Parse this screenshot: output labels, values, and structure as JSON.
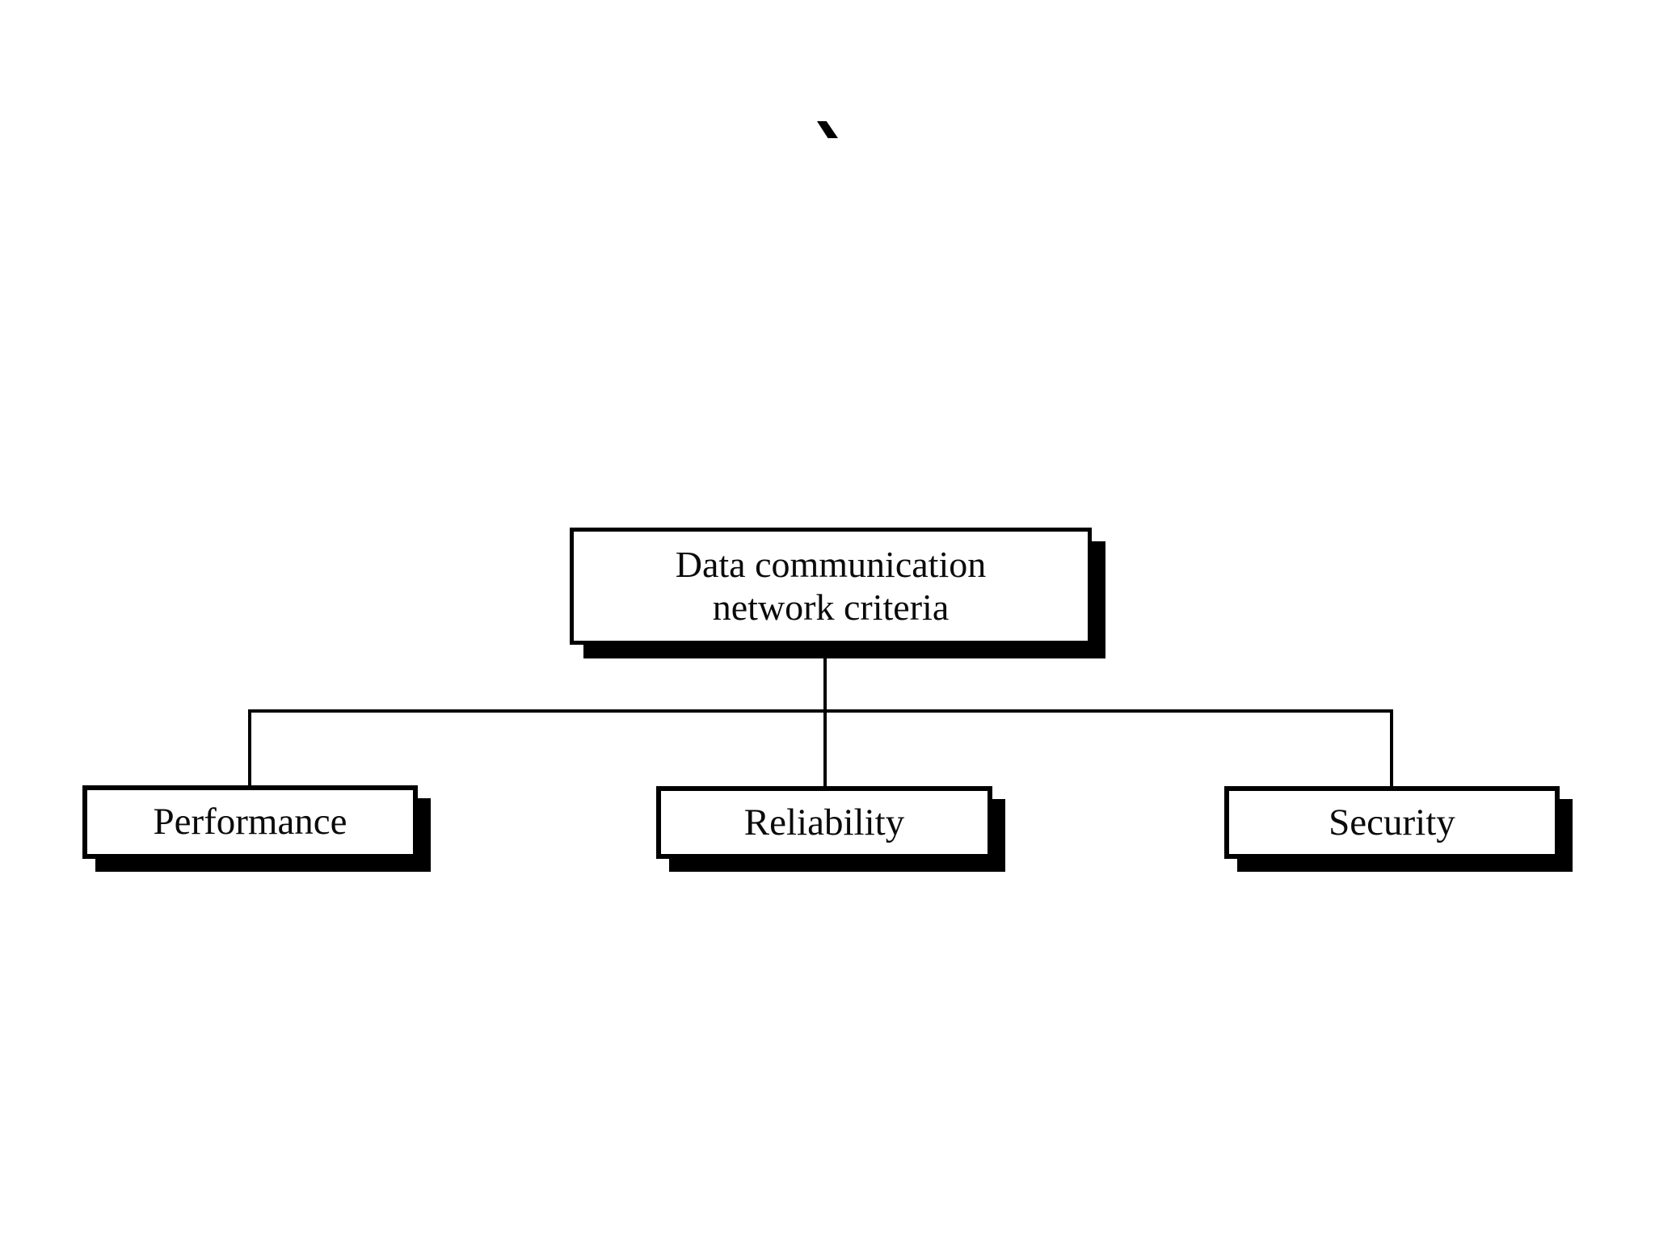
{
  "page": {
    "background_color": "#ffffff",
    "stray_mark_glyph": "`"
  },
  "diagram": {
    "type": "hierarchy",
    "root": {
      "label": "Data communication network criteria",
      "label_lines": [
        "Data communication",
        "network criteria"
      ]
    },
    "children": [
      {
        "label": "Performance"
      },
      {
        "label": "Reliability"
      },
      {
        "label": "Security"
      }
    ],
    "style": {
      "box_fill": "#ffffff",
      "box_border_color": "#000000",
      "shadow_color": "#000000",
      "connector_color": "#000000",
      "text_color": "#0a0a0a"
    }
  }
}
